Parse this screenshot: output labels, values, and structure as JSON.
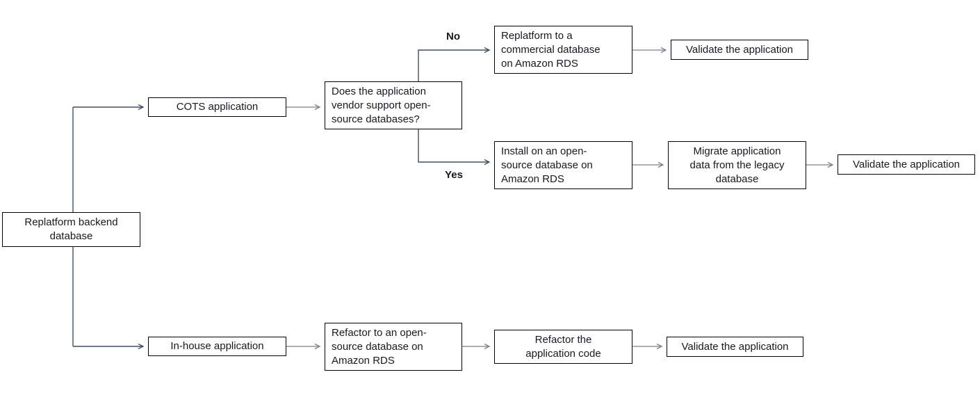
{
  "diagram": {
    "nodes": {
      "root": "Replatform backend\ndatabase",
      "cots": "COTS application",
      "decision": "Does the application\nvendor support open-\nsource databases?",
      "replatform_commercial": "Replatform to a\ncommercial database\non Amazon RDS",
      "validate_top": "Validate the application",
      "install_open_source": "Install on an open-\nsource database on\nAmazon RDS",
      "migrate_data": "Migrate application\ndata from the legacy\ndatabase",
      "validate_mid": "Validate the application",
      "inhouse": "In-house application",
      "refactor_db": "Refactor to an open-\nsource database on\nAmazon RDS",
      "refactor_code": "Refactor the\napplication code",
      "validate_bottom": "Validate the application"
    },
    "edge_labels": {
      "no": "No",
      "yes": "Yes"
    },
    "colors": {
      "tree_line": "#3e4f63",
      "arrow_line": "#7b818a",
      "box_border": "#000000",
      "text": "#16191f"
    }
  }
}
